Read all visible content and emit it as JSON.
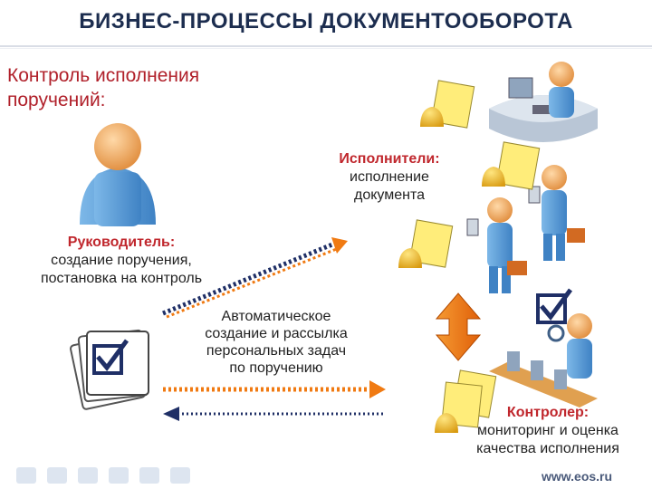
{
  "title": "БИЗНЕС-ПРОЦЕССЫ ДОКУМЕНТООБОРОТА",
  "subtitle": "Контроль исполнения\nпоручений:",
  "manager": {
    "heading": "Руководитель:",
    "body": "создание поручения,\nпостановка на контроль"
  },
  "executors": {
    "heading": "Исполнители:",
    "body": "исполнение\nдокумента"
  },
  "auto_note": "Автоматическое\nсоздание и рассылка\nперсональных задач\nпо поручению",
  "controller": {
    "heading": "Контролер:",
    "body": "мониторинг и оценка\nкачества исполнения"
  },
  "website": "www.eos.ru",
  "colors": {
    "title": "#1c2d4f",
    "subtitle": "#b0202a",
    "heading": "#c0272d",
    "arrow_orange": "#f07a12",
    "arrow_navy": "#1f2f66",
    "person_blue": "#5c9fd9",
    "head_tan": "#f2b06a",
    "check_navy": "#1f2f66"
  }
}
